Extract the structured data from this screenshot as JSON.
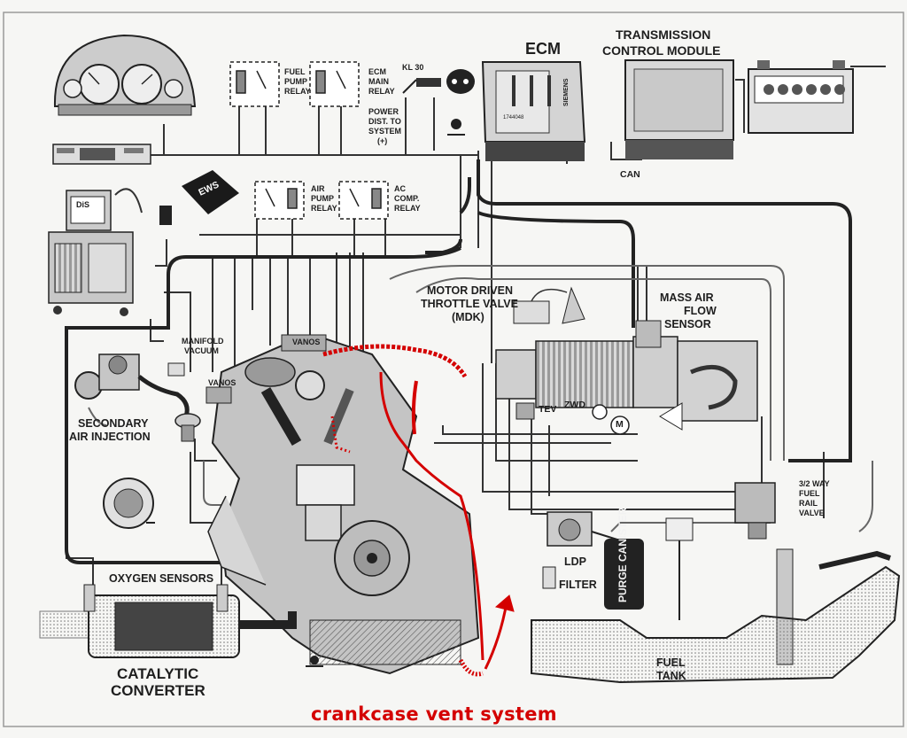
{
  "labels": {
    "ecm": "ECM",
    "tcm_line1": "TRANSMISSION",
    "tcm_line2": "CONTROL MODULE",
    "fuel_pump_relay_1": "FUEL",
    "fuel_pump_relay_2": "PUMP",
    "fuel_pump_relay_3": "RELAY",
    "ecm_main_relay_1": "ECM",
    "ecm_main_relay_2": "MAIN",
    "ecm_main_relay_3": "RELAY",
    "kl30": "KL 30",
    "power_dist_1": "POWER",
    "power_dist_2": "DIST. TO",
    "power_dist_3": "SYSTEM",
    "power_dist_4": "(+)",
    "air_pump_relay_1": "AIR",
    "air_pump_relay_2": "PUMP",
    "air_pump_relay_3": "RELAY",
    "ac_relay_1": "AC",
    "ac_relay_2": "COMP.",
    "ac_relay_3": "RELAY",
    "can": "CAN",
    "ews": "EWS",
    "dis": "DiS",
    "motor_throttle_1": "MOTOR DRIVEN",
    "motor_throttle_2": "THROTTLE VALVE",
    "motor_throttle_3": "(MDK)",
    "maf_1": "MASS AIR",
    "maf_2": "FLOW",
    "maf_3": "SENSOR",
    "manifold_vacuum_1": "MANIFOLD",
    "manifold_vacuum_2": "VACUUM",
    "vanos_1": "VANOS",
    "vanos_2": "VANOS",
    "secondary_air_1": "SECONDARY",
    "secondary_air_2": "AIR INJECTION",
    "tev": "TEV",
    "zwd": "ZWD",
    "motor_m": "M",
    "fuel_rail_1": "3/2 WAY",
    "fuel_rail_2": "FUEL",
    "fuel_rail_3": "RAIL",
    "fuel_rail_4": "VALVE",
    "ldp": "LDP",
    "filter": "FILTER",
    "purge_canister": "PURGE CANISTER",
    "oxygen_sensors": "OXYGEN SENSORS",
    "catalytic_1": "CATALYTIC",
    "catalytic_2": "CONVERTER",
    "fuel_tank_1": "FUEL",
    "fuel_tank_2": "TANK",
    "ecm_part": "1744048",
    "siemens": "SIEMENS",
    "annotation": "crankcase vent system"
  },
  "colors": {
    "annotation": "#d40000",
    "line": "#2a2a2a",
    "paper": "#f6f6f4"
  }
}
